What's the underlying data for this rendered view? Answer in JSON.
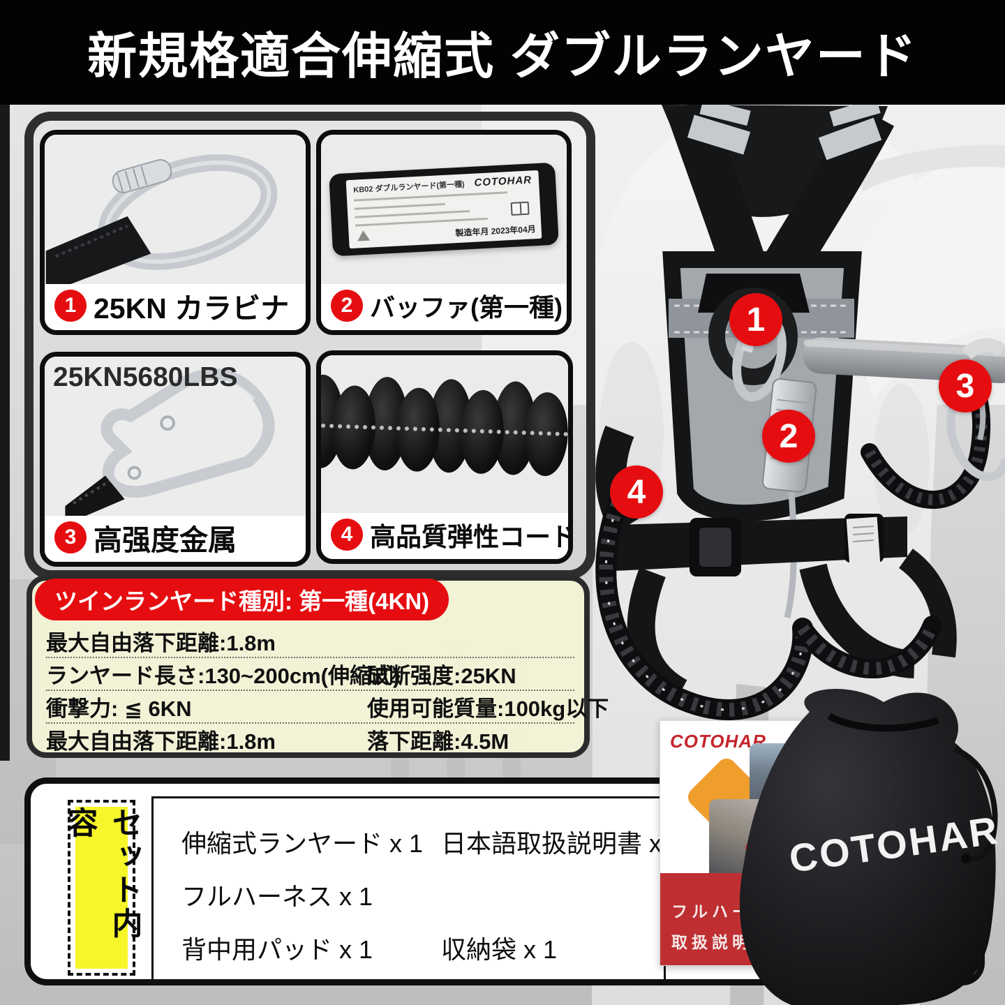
{
  "title": "新規格適合伸縮式 ダブルランヤード",
  "features": [
    {
      "num": "1",
      "label": "25KN カラビナ"
    },
    {
      "num": "2",
      "label": "バッファ(第一種)"
    },
    {
      "num": "3",
      "label": "高强度金属",
      "overlay": "25KN5680LBS"
    },
    {
      "num": "4",
      "label": "高品質弾性コード"
    }
  ],
  "buffer_label": {
    "model": "KB02 ダブルランヤード(第一種)",
    "brand": "COTOHAR",
    "mfg_date": "製造年月 2023年04月"
  },
  "spec": {
    "banner": "ツインランヤード種別: 第一種(4KN)",
    "rows": [
      {
        "left": "最大自由落下距離:1.8m",
        "right": ""
      },
      {
        "left": "ランヤード長さ:130~200cm(伸縮式)",
        "right": "破断强度:25KN"
      },
      {
        "left": "衝撃力: ≦ 6KN",
        "right": "使用可能質量:100kg以下"
      },
      {
        "left": "最大自由落下距離:1.8m",
        "right": "落下距離:4.5M"
      }
    ]
  },
  "set_contents": {
    "tab": "セット内容",
    "rows": [
      {
        "left": "伸縮式ランヤード x 1",
        "right": "日本語取扱説明書 x 1"
      },
      {
        "left": "フルハーネス x 1",
        "right": ""
      },
      {
        "left": "背中用パッド x 1",
        "right": "収納袋 x 1"
      }
    ]
  },
  "photo": {
    "badges": [
      "1",
      "2",
      "3",
      "4"
    ]
  },
  "manual": {
    "brand": "COTOHAR",
    "line1": "フルハーネス型安全帯",
    "line2": "取扱説明書"
  },
  "bag": {
    "brand": "COTOHAR"
  },
  "colors": {
    "red": "#e60d10",
    "yellow": "#f6f62a",
    "cream": "#f3f3d7",
    "black": "#111111"
  }
}
